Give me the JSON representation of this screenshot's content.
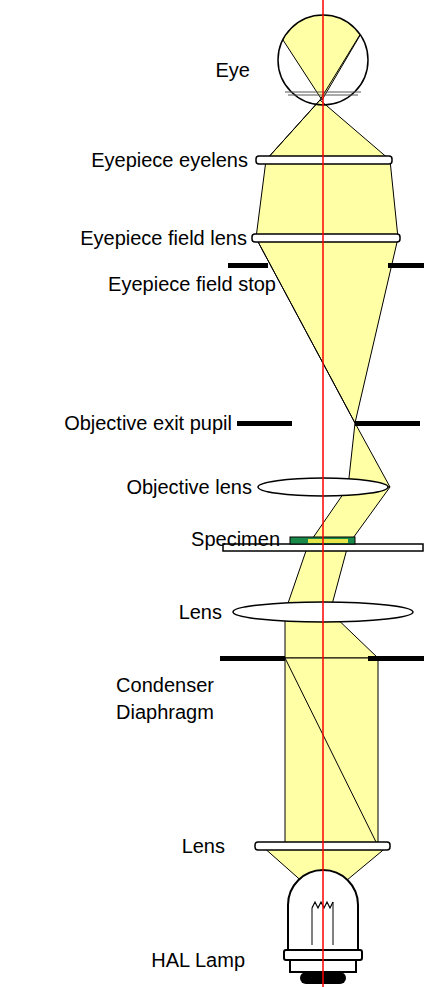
{
  "diagram": {
    "labels": [
      "Eye",
      "Eyepiece eyelens",
      "Eyepiece field lens",
      "Eyepiece field stop",
      "Objective exit pupil",
      "Objective lens",
      "Specimen",
      "Lens",
      "Condenser Diaphragm",
      "Lens",
      "HAL Lamp"
    ]
  }
}
